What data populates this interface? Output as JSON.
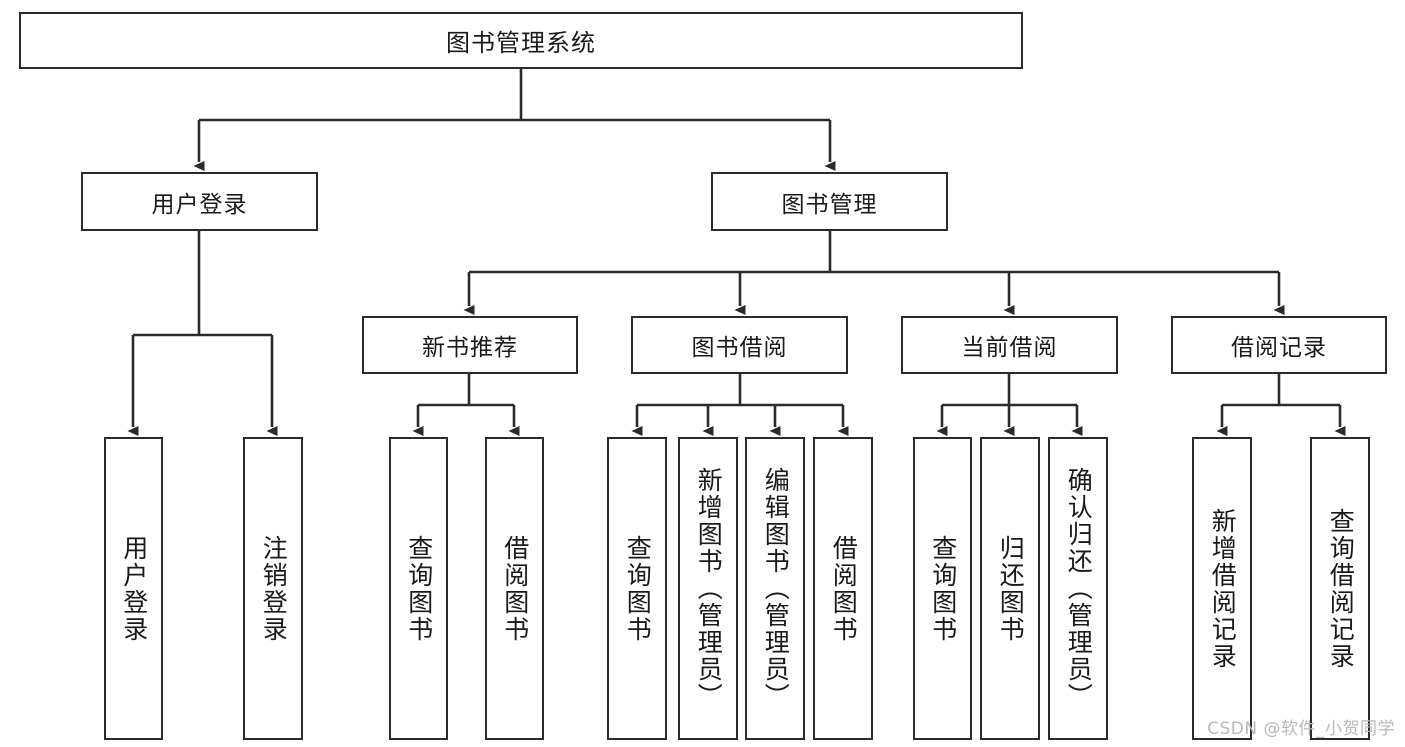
{
  "diagram": {
    "title": "图书管理系统",
    "watermark": "CSDN @软件_小贺同学",
    "colors": {
      "box_border": "#2b2b2b",
      "box_fill": "#ffffff",
      "line": "#2b2b2b",
      "text": "#1a1a1a",
      "watermark": "#b9b9b9",
      "background": "#ffffff"
    },
    "levels": {
      "level1": [
        {
          "id": "root",
          "label": "图书管理系统"
        }
      ],
      "level2": [
        {
          "id": "user-login",
          "label": "用户登录"
        },
        {
          "id": "book-manage",
          "label": "图书管理"
        }
      ],
      "level3": [
        {
          "id": "new-book-recommend",
          "label": "新书推荐"
        },
        {
          "id": "book-borrow",
          "label": "图书借阅"
        },
        {
          "id": "current-borrow",
          "label": "当前借阅"
        },
        {
          "id": "borrow-record",
          "label": "借阅记录"
        }
      ],
      "level4": [
        {
          "id": "leaf-user-login",
          "label": "用户登录",
          "parent": "user-login"
        },
        {
          "id": "leaf-logout-login",
          "label": "注销登录",
          "parent": "user-login"
        },
        {
          "id": "leaf-query-book-1",
          "label": "查询图书",
          "parent": "new-book-recommend"
        },
        {
          "id": "leaf-borrow-book-1",
          "label": "借阅图书",
          "parent": "new-book-recommend"
        },
        {
          "id": "leaf-query-book-2",
          "label": "查询图书",
          "parent": "book-borrow"
        },
        {
          "id": "leaf-add-book",
          "label": "新增图书（管理员）",
          "parent": "book-borrow"
        },
        {
          "id": "leaf-edit-book",
          "label": "编辑图书（管理员）",
          "parent": "book-borrow"
        },
        {
          "id": "leaf-borrow-book-2",
          "label": "借阅图书",
          "parent": "book-borrow"
        },
        {
          "id": "leaf-query-book-3",
          "label": "查询图书",
          "parent": "current-borrow"
        },
        {
          "id": "leaf-return-book",
          "label": "归还图书",
          "parent": "current-borrow"
        },
        {
          "id": "leaf-confirm-return",
          "label": "确认归还（管理员）",
          "parent": "current-borrow"
        },
        {
          "id": "leaf-add-record",
          "label": "新增借阅记录",
          "parent": "borrow-record"
        },
        {
          "id": "leaf-query-record",
          "label": "查询借阅记录",
          "parent": "borrow-record"
        }
      ]
    }
  }
}
